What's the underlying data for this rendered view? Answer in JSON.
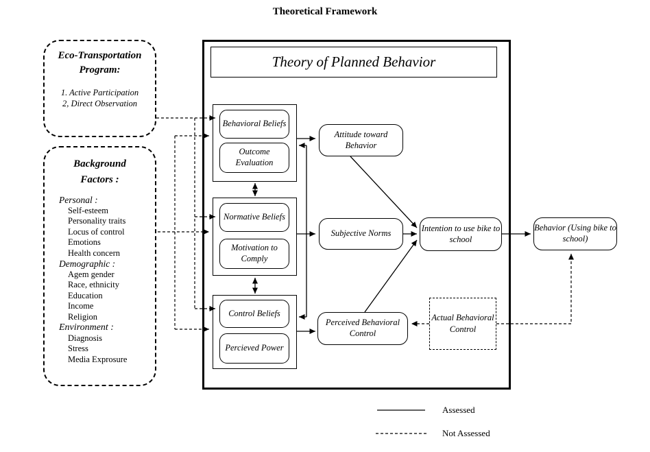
{
  "title": "Theoretical Framework",
  "eco_program": {
    "heading": "Eco-Transportation Program:",
    "items": [
      "1. Active Participation",
      "2, Direct Observation"
    ]
  },
  "background_factors": {
    "heading": "Background Factors :",
    "sections": [
      {
        "label": "Personal :",
        "items": [
          "Self-esteem",
          "Personality traits",
          "Locus of control",
          "Emotions",
          "Health concern"
        ]
      },
      {
        "label": "Demographic :",
        "items": [
          "Agem gender",
          "Race, ethnicity",
          "Education",
          "Income",
          "Religion"
        ]
      },
      {
        "label": "Environment :",
        "items": [
          "Diagnosis",
          "Stress",
          "Media Exprosure"
        ]
      }
    ]
  },
  "tpb": {
    "title": "Theory of Planned Behavior",
    "belief_groups": [
      {
        "top": "Behavioral Beliefs",
        "bottom": "Outcome Evaluation"
      },
      {
        "top": "Normative Beliefs",
        "bottom": "Motivation to Comply"
      },
      {
        "top": "Control Beliefs",
        "bottom": "Percieved Power"
      }
    ],
    "constructs": {
      "attitude": "Attitude toward Behavior",
      "subjective_norms": "Subjective Norms",
      "pbc": "Perceived Behavioral Control",
      "intention": "Intention to use bike to school",
      "behavior": "Behavior (Using bike to school)",
      "actual_control": "Actual Behavioral Control"
    }
  },
  "legend": {
    "assessed": "Assessed",
    "not_assessed": "Not Assessed"
  },
  "colors": {
    "line": "#000000",
    "background": "#ffffff"
  }
}
